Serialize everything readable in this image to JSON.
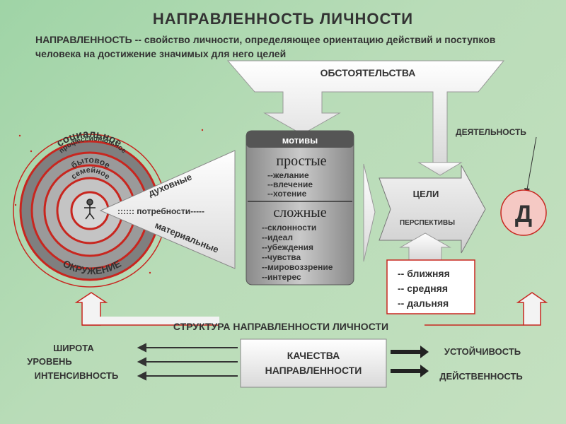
{
  "title": "НАПРАВЛЕННОСТЬ  ЛИЧНОСТИ",
  "definition": "НАПРАВЛЕННОСТЬ -- свойство личности, определяющее ориентацию действий и поступков человека на достижение значимых для него целей",
  "circumstances": "ОБСТОЯТЕЛЬСТВА",
  "activity": "ДЕЯТЕЛЬНОСТЬ",
  "activity_circle_letter": "Д",
  "circle_labels": {
    "social": "социальное",
    "professional": "профессиональное",
    "household": "бытовое",
    "family": "семейное",
    "environment": "ОКРУЖЕНИЕ"
  },
  "needs": {
    "spiritual": "духовные",
    "label": ":::::: потребности-----",
    "material": "материальные"
  },
  "motives": {
    "header": "мотивы",
    "simple_title": "простые",
    "simple_items": [
      "--желание",
      "--влечение",
      "--хотение"
    ],
    "complex_title": "сложные",
    "complex_items": [
      "--склонности",
      "--идеал",
      "--убеждения",
      "--чувства",
      "--мировоззрение",
      "--интерес"
    ]
  },
  "goals": {
    "title": "ЦЕЛИ",
    "perspectives": "ПЕРСПЕКТИВЫ",
    "items": [
      "-- ближняя",
      "-- средняя",
      "-- дальняя"
    ]
  },
  "structure_title": "СТРУКТУРА НАПРАВЛЕННОСТИ  ЛИЧНОСТИ",
  "qualities": {
    "box": [
      "КАЧЕСТВА",
      "НАПРАВЛЕННОСТИ"
    ],
    "left": [
      "ШИРОТА",
      "УРОВЕНЬ",
      "ИНТЕНСИВНОСТЬ"
    ],
    "right": [
      "УСТОЙЧИВОСТЬ",
      "ДЕЙСТВЕННОСТЬ"
    ]
  }
}
